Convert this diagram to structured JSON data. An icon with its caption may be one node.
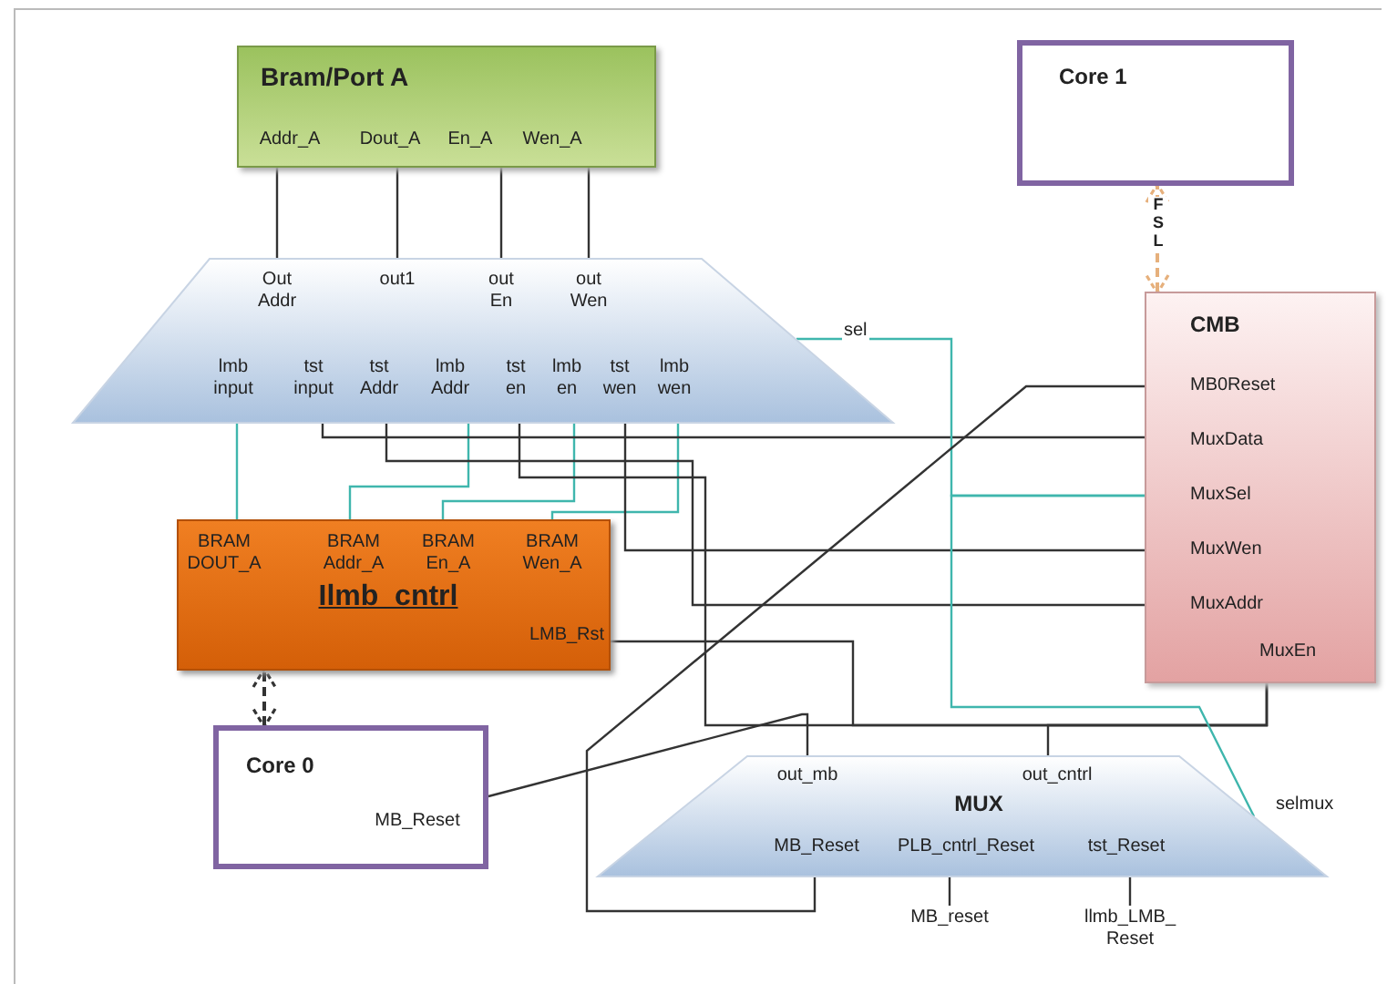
{
  "diagram": {
    "nodes": [
      {
        "text": [
          "Bram/Port A",
          "Addr_A",
          "Dout_A",
          "En_A",
          "Wen_A"
        ]
      },
      {
        "text": [
          "Out Addr",
          "out1",
          "out En",
          "out Wen",
          "lmb input",
          "tst input",
          "tst Addr",
          "lmb Addr",
          "tst en",
          "lmb en",
          "tst wen",
          "lmb wen"
        ]
      },
      {
        "text": [
          "Core 1"
        ]
      },
      {
        "text": [
          "CMB",
          "MB0Reset",
          "MuxData",
          "MuxSel",
          "MuxWen",
          "MuxAddr",
          "MuxEn"
        ]
      },
      {
        "text": [
          "BRAM DOUT_A",
          "BRAM Addr_A",
          "BRAM En_A",
          "BRAM Wen_A",
          "Ilmb_cntrl",
          "LMB_Rst"
        ]
      },
      {
        "text": [
          "Core 0",
          "MB_Reset"
        ]
      },
      {
        "text": [
          "out_mb",
          "out_cntrl",
          "MUX",
          "MB_Reset",
          "PLB_cntrl_Reset",
          "tst_Reset"
        ]
      },
      {
        "text": [
          "MB_reset"
        ]
      },
      {
        "text": [
          "llmb_LMB_ Reset"
        ]
      }
    ],
    "edges": [
      {
        "from": 0,
        "to": 1,
        "arrow": "none"
      },
      {
        "from": 0,
        "to": 1,
        "arrow": "none"
      },
      {
        "from": 0,
        "to": 1,
        "arrow": "none"
      },
      {
        "from": 0,
        "to": 1,
        "arrow": "none"
      },
      {
        "from": 1,
        "to": 4,
        "arrow": "none",
        "color": "#3fb6ad"
      },
      {
        "from": 1,
        "to": 4,
        "arrow": "none",
        "color": "#3fb6ad"
      },
      {
        "from": 1,
        "to": 4,
        "arrow": "none",
        "color": "#3fb6ad"
      },
      {
        "from": 1,
        "to": 4,
        "arrow": "none",
        "color": "#3fb6ad"
      },
      {
        "from": 1,
        "to": 3,
        "arrow": "none"
      },
      {
        "from": 1,
        "to": 3,
        "arrow": "none"
      },
      {
        "from": 1,
        "to": 3,
        "arrow": "none"
      },
      {
        "from": 1,
        "to": 3,
        "arrow": "none"
      },
      {
        "from": 6,
        "to": 3,
        "arrow": "none"
      },
      {
        "from": 4,
        "to": 3,
        "arrow": "none"
      },
      {
        "from": 3,
        "to": 1,
        "arrow": "none",
        "label": "sel",
        "color": "#3fb6ad"
      },
      {
        "from": 3,
        "to": 6,
        "arrow": "none",
        "color": "#3fb6ad"
      },
      {
        "from": 3,
        "to": 6,
        "arrow": "none"
      },
      {
        "from": 5,
        "to": 6,
        "arrow": "none"
      },
      {
        "from": 6,
        "to": 7,
        "arrow": "none"
      },
      {
        "from": 6,
        "to": 8,
        "arrow": "none"
      },
      {
        "from": 5,
        "to": 4,
        "arrow": "both",
        "style": "dashed"
      },
      {
        "from": 3,
        "to": 2,
        "arrow": "both",
        "style": "dashed",
        "color": "#e6b07c",
        "label": "FSL"
      }
    ],
    "labels": [
      "selmux"
    ]
  }
}
